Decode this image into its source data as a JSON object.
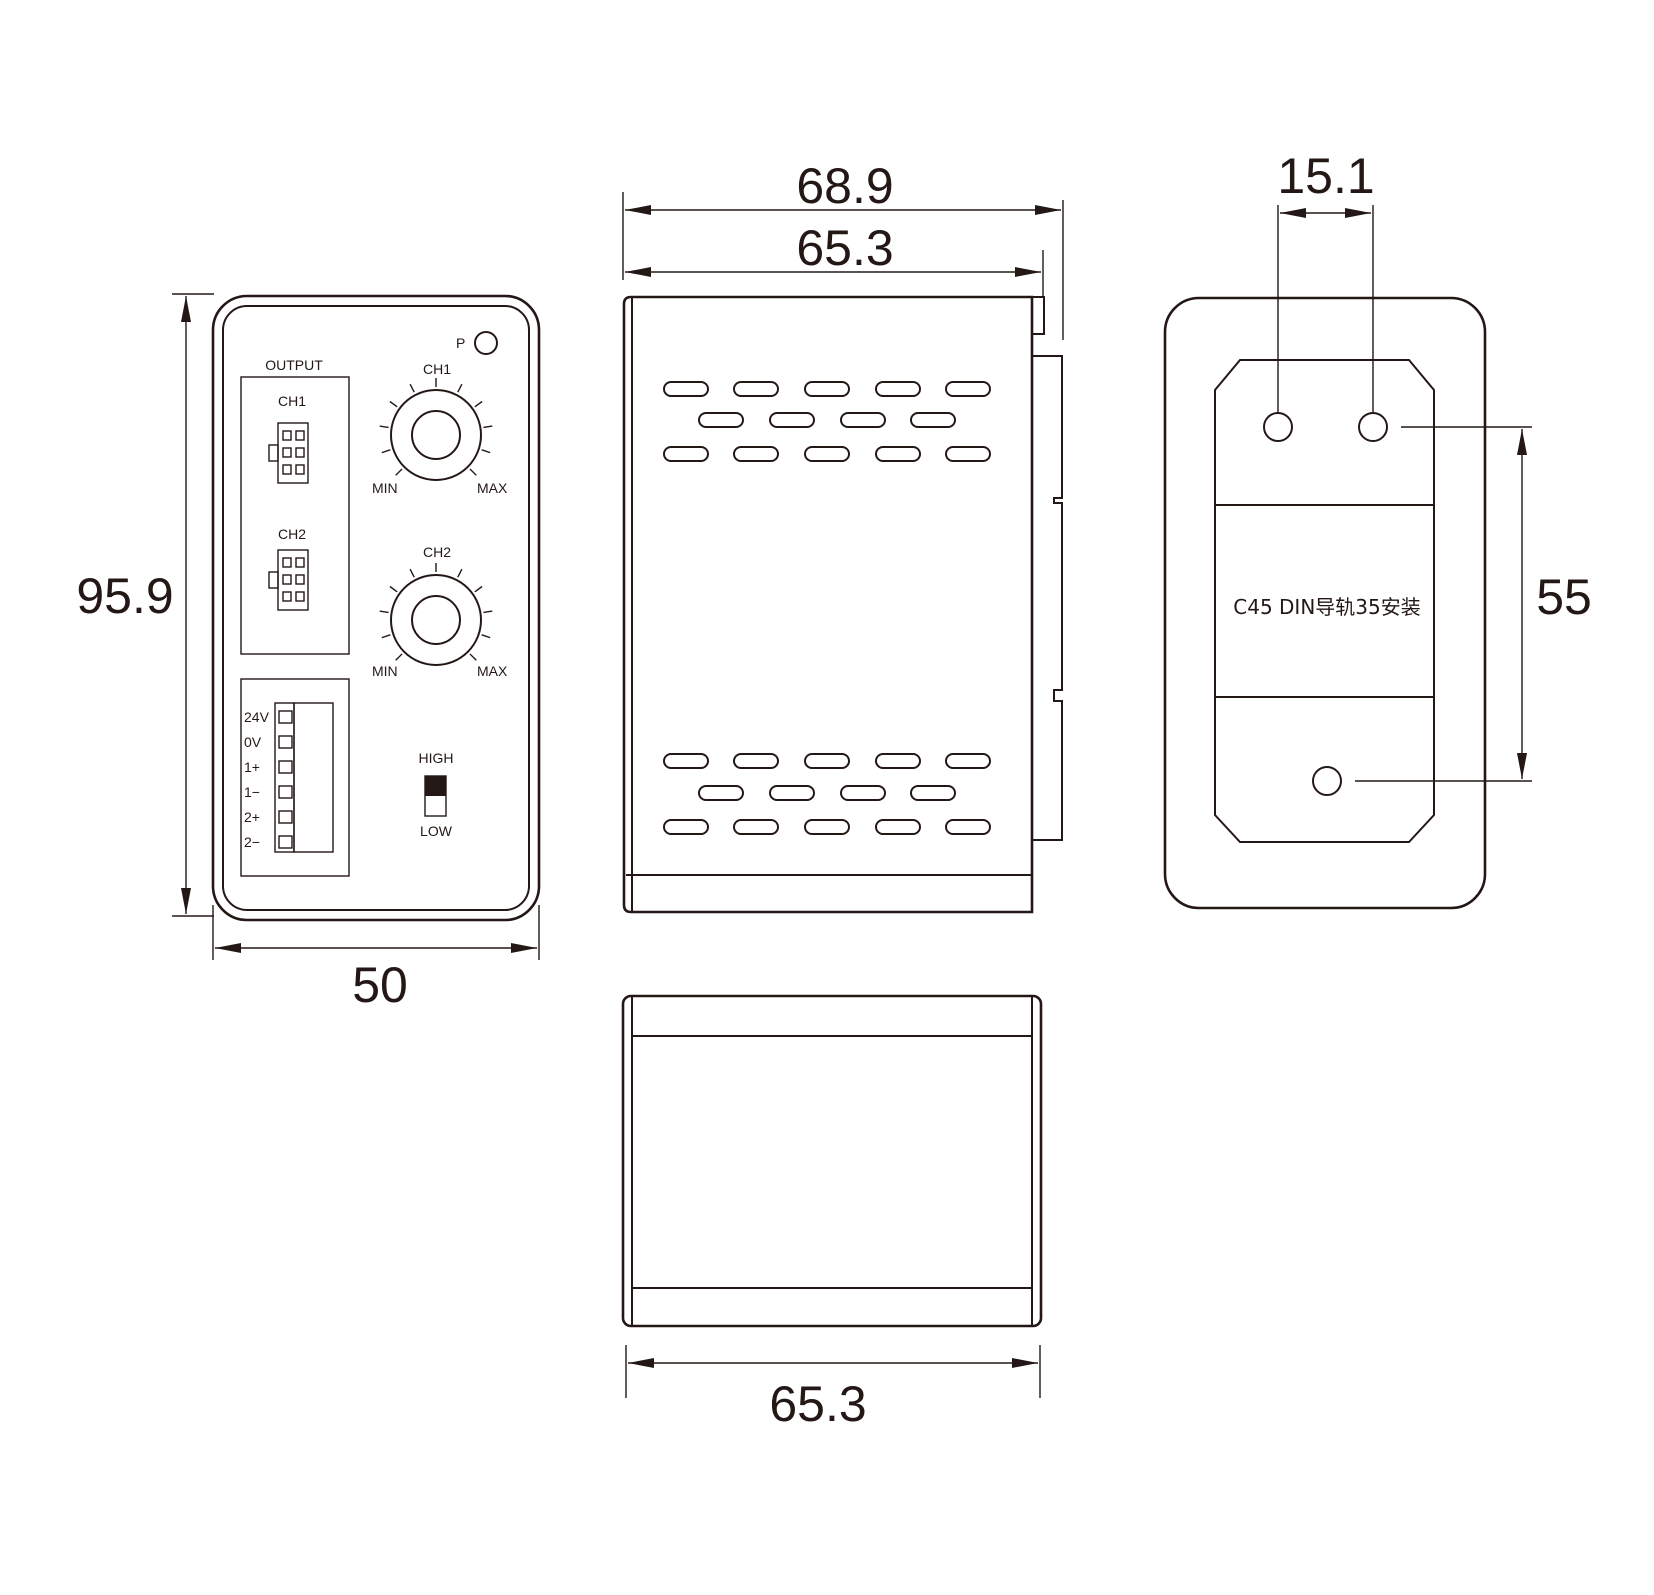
{
  "dimensions": {
    "front_height": "95.9",
    "front_width": "50",
    "side_total": "68.9",
    "side_body": "65.3",
    "rear_hole_spacing": "15.1",
    "rear_vertical": "55",
    "bottom_width": "65.3"
  },
  "front_panel": {
    "power_label": "P",
    "output_title": "OUTPUT",
    "connector1_label": "CH1",
    "connector2_label": "CH2",
    "knob1_label": "CH1",
    "knob2_label": "CH2",
    "min_label": "MIN",
    "max_label": "MAX",
    "terminals": [
      "24V",
      "0V",
      "1+",
      "1−",
      "2+",
      "2−"
    ],
    "switch_high": "HIGH",
    "switch_low": "LOW"
  },
  "rear_panel": {
    "mount_text": "C45 DIN导轨35安装"
  },
  "colors": {
    "line": "#231815",
    "background": "#ffffff"
  }
}
